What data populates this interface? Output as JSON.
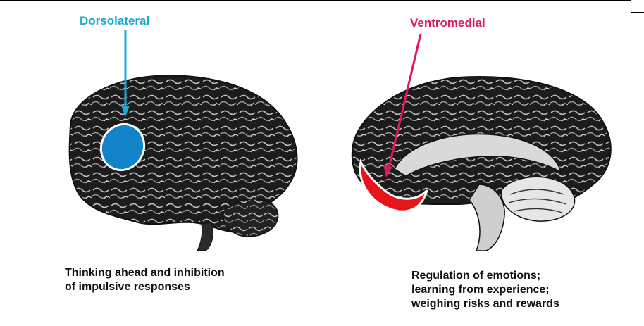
{
  "labels": {
    "dorsolateral": "Dorsolateral",
    "ventromedial": "Ventromedial"
  },
  "captions": {
    "left": [
      "Thinking ahead and inhibition",
      "of impulsive responses"
    ],
    "right": [
      "Regulation of emotions;",
      "learning from experience;",
      "weighing risks and rewards"
    ]
  },
  "colors": {
    "dorsolateral": "#1aaad9",
    "dorsolateral_region": "#1283c9",
    "ventromedial": "#e0195a",
    "ventromedial_region": "#e8141c",
    "brain": "#1c1c1c"
  },
  "icons": {
    "left_brain": "lateral-brain-illustration",
    "right_brain": "medial-brain-illustration"
  }
}
